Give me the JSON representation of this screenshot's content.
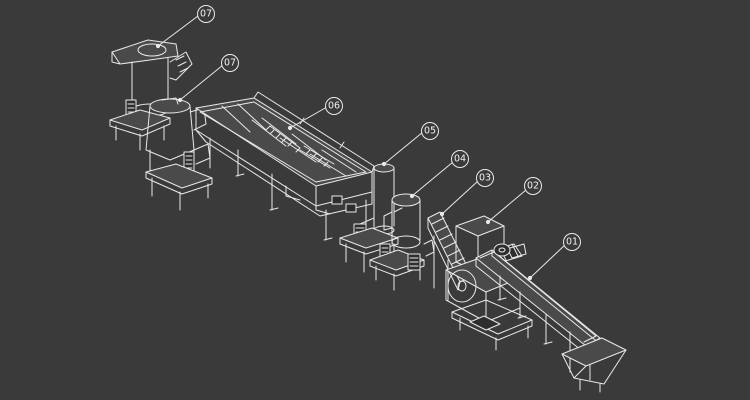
{
  "callouts": [
    {
      "id": "01",
      "label": "01"
    },
    {
      "id": "02",
      "label": "02"
    },
    {
      "id": "03",
      "label": "03"
    },
    {
      "id": "04",
      "label": "04"
    },
    {
      "id": "05",
      "label": "05"
    },
    {
      "id": "06",
      "label": "06"
    },
    {
      "id": "07a",
      "label": "07"
    },
    {
      "id": "07b",
      "label": "07"
    }
  ]
}
